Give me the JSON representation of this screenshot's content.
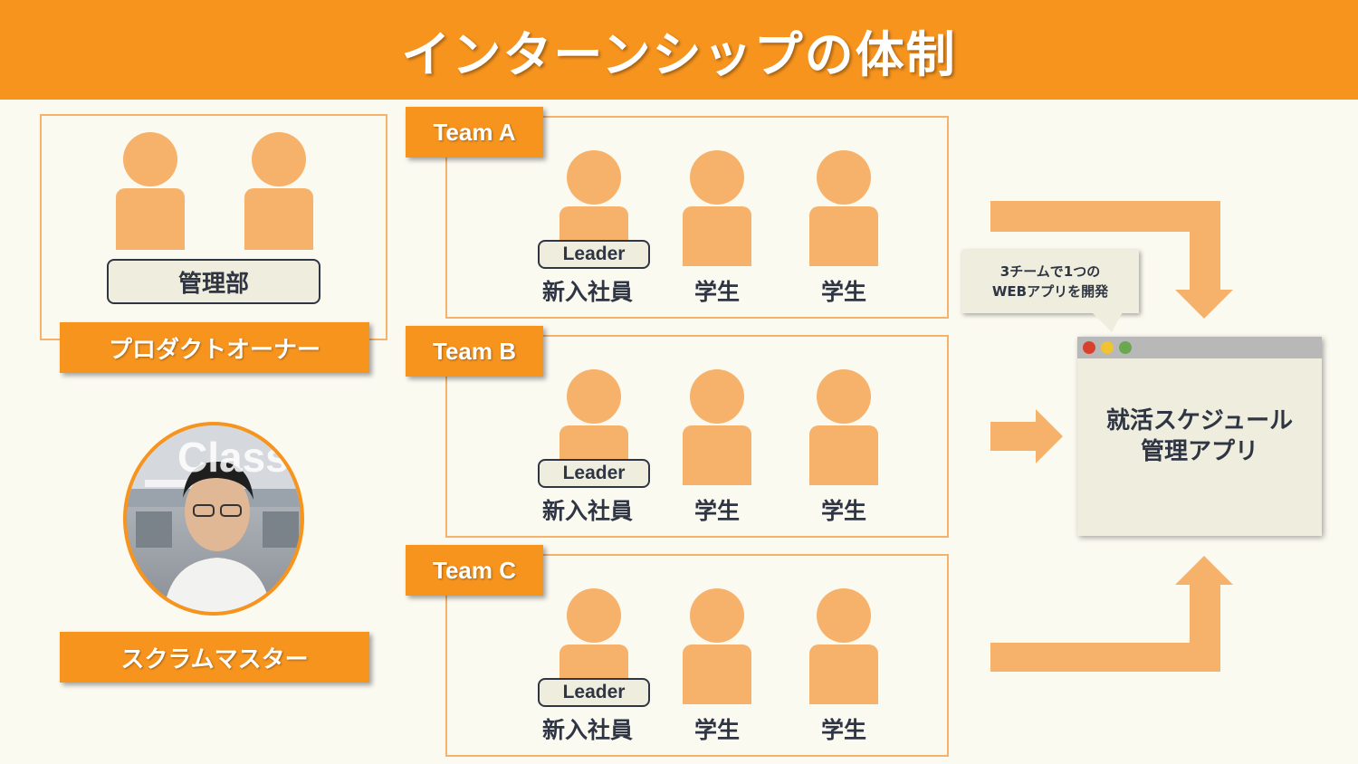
{
  "title": "インターンシップの体制",
  "management": {
    "label": "管理部",
    "role": "プロダクトオーナー"
  },
  "scrum_master": {
    "role": "スクラムマスター",
    "photo_text": "Class"
  },
  "teams": [
    {
      "name": "Team A",
      "leader_badge": "Leader",
      "members": [
        "新入社員",
        "学生",
        "学生"
      ]
    },
    {
      "name": "Team B",
      "leader_badge": "Leader",
      "members": [
        "新入社員",
        "学生",
        "学生"
      ]
    },
    {
      "name": "Team C",
      "leader_badge": "Leader",
      "members": [
        "新入社員",
        "学生",
        "学生"
      ]
    }
  ],
  "callout": {
    "line1": "3チームで1つの",
    "line2": "WEBアプリを開発"
  },
  "app": {
    "line1": "就活スケジュール",
    "line2": "管理アプリ"
  },
  "colors": {
    "accent": "#f7941e",
    "person": "#f6b26b",
    "background": "#fbfaf1",
    "text": "#2f3542",
    "window_dots": [
      "#d9412f",
      "#f1c232",
      "#6aa84f"
    ]
  }
}
